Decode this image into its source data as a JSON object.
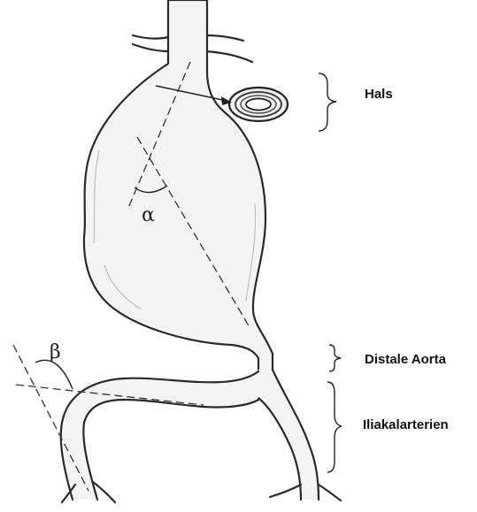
{
  "labels": {
    "neck": "Hals",
    "distal_aorta": "Distale Aorta",
    "iliac_arteries": "Iliakalarterien"
  },
  "angles": {
    "alpha": "α",
    "beta": "β"
  }
}
